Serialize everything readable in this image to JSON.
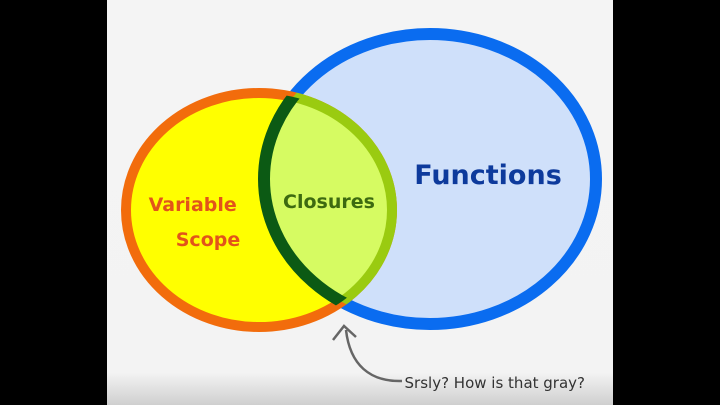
{
  "diagram": {
    "sets": [
      {
        "label_lines": [
          "Variable",
          "Scope"
        ],
        "fill": "#ffff00",
        "stroke": "#f26c0c",
        "text_color": "#e2541a"
      },
      {
        "label": "Functions",
        "fill": "#cfe0fa",
        "stroke": "#0a6cf0",
        "text_color": "#0d3a9c"
      }
    ],
    "intersection": {
      "label": "Closures",
      "fill": "#d6fb62",
      "text_color": "#3d6a10",
      "orange_edge": "#9acb10",
      "blue_edge": "#0c5a14"
    },
    "annotation": {
      "text": "Srsly? How is that gray?",
      "color": "#666666"
    }
  }
}
